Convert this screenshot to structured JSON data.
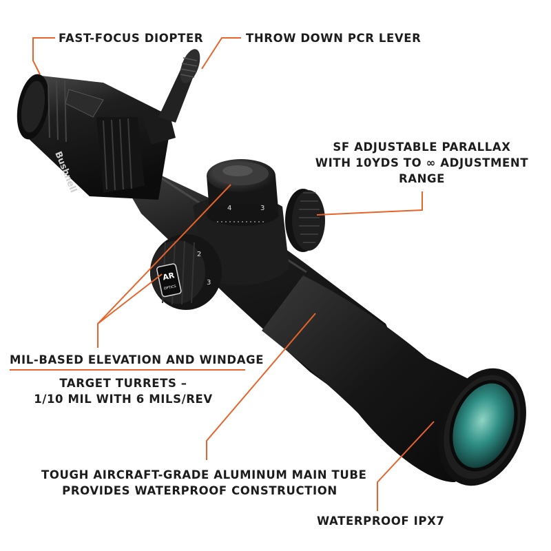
{
  "product": {
    "brand": "Bushnell",
    "badge_top": "AR",
    "badge_bottom": "OPTICS",
    "turret_numbers": [
      "4",
      "3",
      "2",
      "3"
    ]
  },
  "callouts": {
    "diopter": "FAST-FOCUS DIOPTER",
    "pcr_lever": "THROW DOWN PCR LEVER",
    "parallax_line1": "SF ADJUSTABLE PARALLAX",
    "parallax_line2": "WITH 10YDS TO ∞ ADJUSTMENT",
    "parallax_line3": "RANGE",
    "elevation_title": "MIL-BASED ELEVATION AND WINDAGE",
    "turrets_line1": "TARGET TURRETS –",
    "turrets_line2": "1/10 MIL WITH 6 MILS/REV",
    "tube_line1": "TOUGH AIRCRAFT-GRADE ALUMINUM MAIN TUBE",
    "tube_line2": "PROVIDES WATERPROOF CONSTRUCTION",
    "waterproof": "WATERPROOF IPX7"
  },
  "colors": {
    "accent": "#e8632a",
    "text": "#1c1c1c",
    "scope_body": "#1a1a1a",
    "lens": "#2f8f86"
  }
}
